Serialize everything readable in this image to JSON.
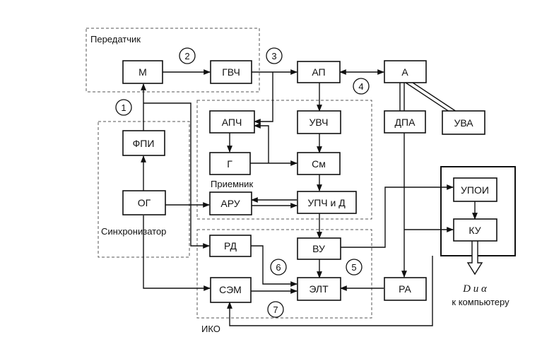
{
  "groups": {
    "transmitter": "Передатчик",
    "receiver": "Приемник",
    "synchronizer": "Синхронизатор",
    "iko": "ИКО"
  },
  "blocks": {
    "m": "М",
    "gvch": "ГВЧ",
    "ap": "АП",
    "a": "А",
    "apch": "АПЧ",
    "uvch": "УВЧ",
    "dpa": "ДПА",
    "uva": "УВА",
    "fpi": "ФПИ",
    "g": "Г",
    "sm": "См",
    "og": "ОГ",
    "aru": "АРУ",
    "upch": "УПЧ и Д",
    "upoi": "УПОИ",
    "ku": "КУ",
    "rd": "РД",
    "vu": "ВУ",
    "sem": "СЭМ",
    "elt": "ЭЛТ",
    "ra": "РА"
  },
  "markers": [
    "1",
    "2",
    "3",
    "4",
    "5",
    "6",
    "7"
  ],
  "output": {
    "line1": "D и α",
    "line2": "к компьютеру"
  }
}
